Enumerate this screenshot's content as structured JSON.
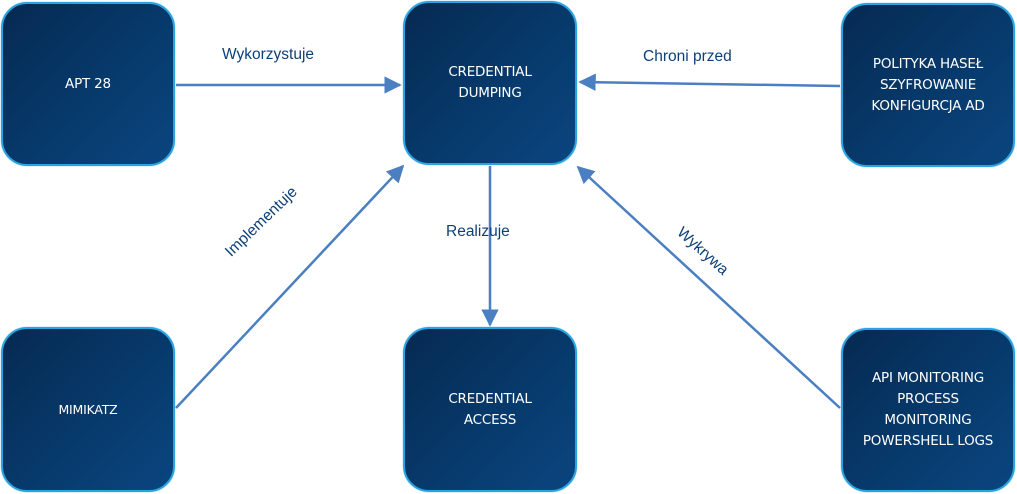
{
  "diagram": {
    "colors": {
      "node_fill_dark": "#062a52",
      "node_fill_light": "#0b457f",
      "node_border": "#2aa3e0",
      "edge_color": "#4a7fc1",
      "label_color": "#0d3f78"
    },
    "nodes": {
      "apt28": "APT 28",
      "credential_dumping": "CREDENTIAL\nDUMPING",
      "defenses": "POLITYKA HASEŁ\nSZYFROWANIE\nKONFIGURCJA AD",
      "mimikatz": "MIMIKATZ",
      "credential_access": "CREDENTIAL\nACCESS",
      "detection": "API MONITORING\nPROCESS\nMONITORING\nPOWERSHELL LOGS"
    },
    "edges": [
      {
        "from": "APT 28",
        "to": "CREDENTIAL DUMPING",
        "label": "Wykorzystuje"
      },
      {
        "from": "POLITYKA HASEŁ / SZYFROWANIE / KONFIGURCJA AD",
        "to": "CREDENTIAL DUMPING",
        "label": "Chroni przed"
      },
      {
        "from": "CREDENTIAL DUMPING",
        "to": "CREDENTIAL ACCESS",
        "label": "Realizuje"
      },
      {
        "from": "MIMIKATZ",
        "to": "CREDENTIAL DUMPING",
        "label": "Implementuje"
      },
      {
        "from": "API MONITORING / PROCESS MONITORING / POWERSHELL LOGS",
        "to": "CREDENTIAL DUMPING",
        "label": "Wykrywa"
      }
    ]
  }
}
